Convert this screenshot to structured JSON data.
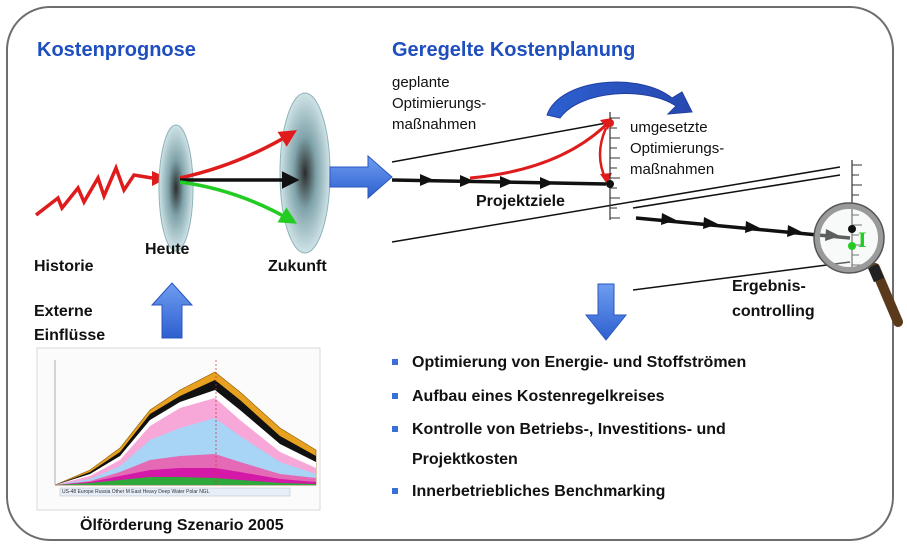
{
  "left_section": {
    "title": "Kostenprognose",
    "label_history": "Historie",
    "label_today": "Heute",
    "label_future": "Zukunft",
    "label_external_1": "Externe",
    "label_external_2": "Einflüsse",
    "caption_oil": "Ölförderung Szenario 2005"
  },
  "right_section": {
    "title": "Geregelte Kostenplanung",
    "planned_1": "geplante",
    "planned_2": "Optimierungs-",
    "planned_3": "maßnahmen",
    "implemented_1": "umgesetzte",
    "implemented_2": "Optimierungs-",
    "implemented_3": "maßnahmen",
    "project_goals": "Projektziele",
    "result_1": "Ergebnis-",
    "result_2": "controlling",
    "bullets": [
      "Optimierung von Energie- und Stoffströmen",
      "Aufbau eines Kostenregelkreises",
      "Kontrolle von Betriebs-, Investitions- und",
      "Projektkosten",
      "Innerbetriebliches Benchmarking"
    ]
  },
  "magnifier_label": "I",
  "colors": {
    "title_blue": "#1f4fbf",
    "arrow_blue": "#3a6fd8",
    "red": "#e01b1b",
    "green": "#22cc22",
    "lens": "#bcd8de"
  },
  "oil_chart_legend": [
    "US-48",
    "Europe",
    "Russia",
    "Other",
    "M East",
    "Heavy",
    "Deep Water",
    "Polar",
    "NGL"
  ]
}
